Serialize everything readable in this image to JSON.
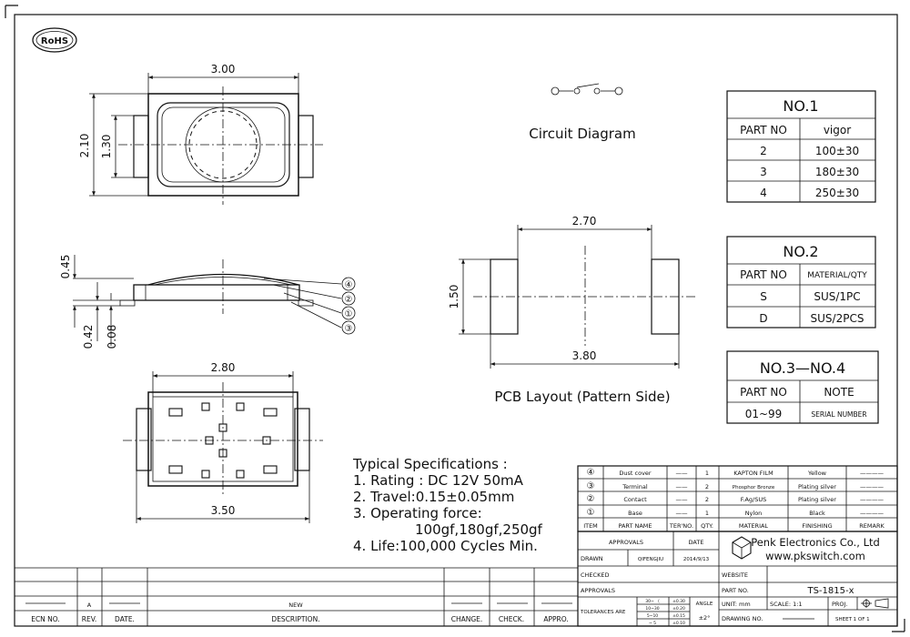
{
  "rohs": "RoHS",
  "dims": {
    "top_width": "3.00",
    "top_height": "2.10",
    "top_inner_height": "1.30",
    "side_height": "0.45",
    "side_bottom": "0.42",
    "side_lead": "0.08",
    "bottom_inner": "2.80",
    "bottom_outer": "3.50",
    "pcb_gap": "2.70",
    "pcb_height": "1.50",
    "pcb_total": "3.80"
  },
  "callouts": [
    "④",
    "②",
    "①",
    "③"
  ],
  "circuit_label": "Circuit Diagram",
  "pcb_label": "PCB Layout (Pattern Side)",
  "specs": {
    "title": "Typical Specifications :",
    "lines": [
      "1. Rating : DC 12V 50mA",
      "2. Travel:0.15±0.05mm",
      "3. Operating force:",
      "100gf,180gf,250gf",
      "4. Life:100,000 Cycles Min."
    ]
  },
  "table1": {
    "title": "NO.1",
    "headers": [
      "PART NO",
      "vigor"
    ],
    "rows": [
      [
        "2",
        "100±30"
      ],
      [
        "3",
        "180±30"
      ],
      [
        "4",
        "250±30"
      ]
    ]
  },
  "table2": {
    "title": "NO.2",
    "headers": [
      "PART NO",
      "MATERIAL/QTY"
    ],
    "rows": [
      [
        "S",
        "SUS/1PC"
      ],
      [
        "D",
        "SUS/2PCS"
      ]
    ]
  },
  "table3": {
    "title": "NO.3—NO.4",
    "headers": [
      "PART NO",
      "NOTE"
    ],
    "rows": [
      [
        "01~99",
        "SERIAL NUMBER"
      ]
    ]
  },
  "bom": {
    "rows": [
      [
        "④",
        "Dust cover",
        "——",
        "1",
        "KAPTON FILM",
        "Yellow",
        "————"
      ],
      [
        "③",
        "Terminal",
        "——",
        "2",
        "Phosphor Bronze",
        "Plating silver",
        "————"
      ],
      [
        "②",
        "Contact",
        "——",
        "2",
        "F.Ag/SUS",
        "Plating silver",
        "————"
      ],
      [
        "①",
        "Base",
        "——",
        "1",
        "Nylon",
        "Black",
        "————"
      ]
    ],
    "headers": [
      "ITEM",
      "PART NAME",
      "TER'NO.",
      "QTY.",
      "MATERIAL",
      "FINISHING",
      "REMARK"
    ]
  },
  "title_block": {
    "approvals": "APPROVALS",
    "date": "DATE",
    "drawn": "DRAWN",
    "drawn_by": "QIFENGJIU",
    "drawn_date": "2014/9/13",
    "checked": "CHECKED",
    "approvals2": "APPROVALS",
    "tolerances": "TOLERANCES ARE",
    "tol_ranges": [
      "30~ 〈",
      "10~30",
      "5~10",
      "~ 5"
    ],
    "tol_values": [
      "±0.30",
      "±0.20",
      "±0.15",
      "±0.10"
    ],
    "angle": "ANGLE",
    "angle_val": "±2°",
    "company": "Penk Electronics Co., Ltd",
    "website_text": "www.pkswitch.com",
    "website_label": "WEBSITE",
    "part_no_label": "PART NO.",
    "part_no": "TS-1815-x",
    "unit": "UNIT: mm",
    "scale": "SCALE: 1:1",
    "proj": "PROJ.",
    "drawing_no": "DRAWING NO.",
    "sheet": "SHEET  1 OF 1"
  },
  "revision": {
    "row_rev": "A",
    "new_label": "NEW",
    "headers": [
      "ECN NO.",
      "REV.",
      "DATE.",
      "DESCRIPTION.",
      "CHANGE.",
      "CHECK.",
      "APPRO."
    ]
  }
}
